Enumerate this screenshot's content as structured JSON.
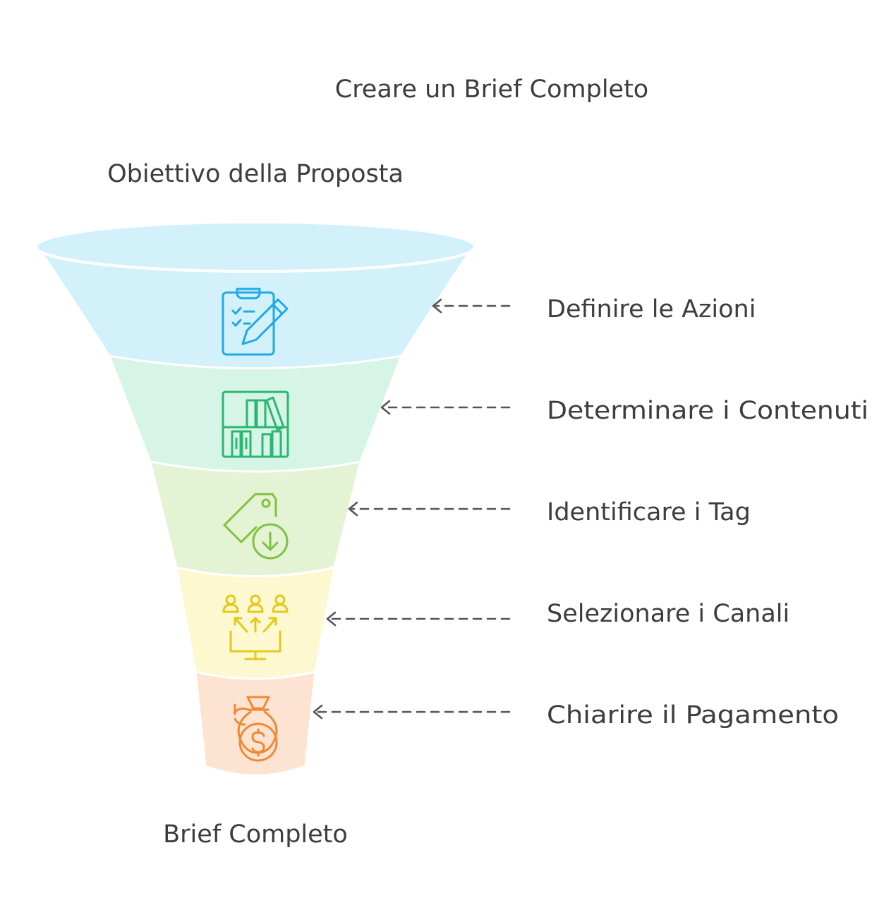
{
  "title": "Creare un Brief Completo",
  "top_label": "Obiettivo della Proposta",
  "bottom_label": "Brief Completo",
  "stages": [
    {
      "label": "Definire le Azioni",
      "icon": "clipboard-pencil-icon",
      "fill": "#d3f1fb",
      "stroke": "#1fa9e6"
    },
    {
      "label": "Determinare i Contenuti",
      "icon": "bookshelf-icon",
      "fill": "#d6f5e6",
      "stroke": "#2bb673"
    },
    {
      "label": "Identificare i Tag",
      "icon": "tag-download-icon",
      "fill": "#e4f3d4",
      "stroke": "#7fc242"
    },
    {
      "label": "Selezionare i Canali",
      "icon": "people-monitor-icon",
      "fill": "#fdf8cf",
      "stroke": "#e6c81d"
    },
    {
      "label": "Chiarire il Pagamento",
      "icon": "money-bag-icon",
      "fill": "#fde3d1",
      "stroke": "#ee8a35"
    }
  ]
}
